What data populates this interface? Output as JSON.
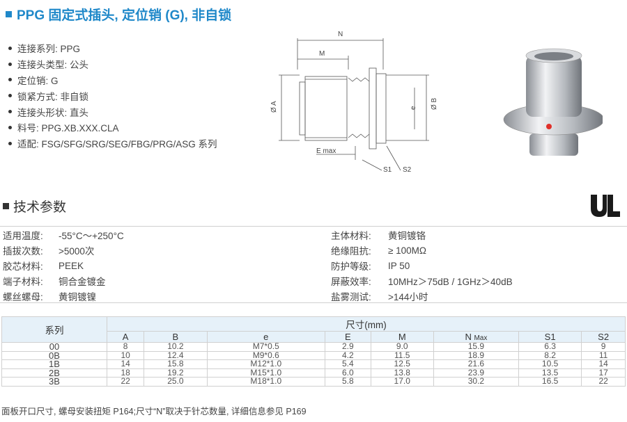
{
  "title": "PPG 固定式插头, 定位销 (G), 非自锁",
  "features": [
    "连接系列: PPG",
    "连接头类型: 公头",
    "定位销: G",
    "锁紧方式: 非自锁",
    "连接头形状: 直头",
    "料号: PPG.XB.XXX.CLA",
    "适配: FSG/SFG/SRG/SEG/FBG/PRG/ASG 系列"
  ],
  "drawing": {
    "labels": {
      "N": "N",
      "M": "M",
      "A": "Ø A",
      "B": "Ø B",
      "e": "e",
      "E": "E max",
      "S1": "S1",
      "S2": "S2"
    }
  },
  "section_title": "技术参数",
  "ul_mark": "UL",
  "specs_left": [
    {
      "k": "适用温度:",
      "v": "-55°C～+250°C"
    },
    {
      "k": "插拔次数:",
      "v": ">5000次"
    },
    {
      "k": "胶芯材料:",
      "v": "PEEK"
    },
    {
      "k": "端子材料:",
      "v": "铜合金镀金"
    },
    {
      "k": "螺丝螺母:",
      "v": "黄铜镀镍"
    }
  ],
  "specs_right": [
    {
      "k": "主体材料:",
      "v": "黄铜镀铬"
    },
    {
      "k": "绝缘阻抗:",
      "v": "≥ 100MΩ"
    },
    {
      "k": "防护等级:",
      "v": "IP 50"
    },
    {
      "k": "屏蔽效率:",
      "v": "10MHz＞75dB / 1GHz＞40dB"
    },
    {
      "k": "盐雾测试:",
      "v": ">144小时"
    }
  ],
  "dim_table": {
    "series_header": "系列",
    "group_header": "尺寸(mm)",
    "columns": [
      "A",
      "B",
      "e",
      "E",
      "M",
      "N",
      "S1",
      "S2"
    ],
    "n_sub": "Max",
    "rows": [
      {
        "series": "00",
        "values": [
          "8",
          "10.2",
          "M7*0.5",
          "2.9",
          "9.0",
          "15.9",
          "6.3",
          "9"
        ]
      },
      {
        "series": "0B",
        "values": [
          "10",
          "12.4",
          "M9*0.6",
          "4.2",
          "11.5",
          "18.9",
          "8.2",
          "11"
        ]
      },
      {
        "series": "1B",
        "values": [
          "14",
          "15.8",
          "M12*1.0",
          "5.4",
          "12.5",
          "21.6",
          "10.5",
          "14"
        ]
      },
      {
        "series": "2B",
        "values": [
          "18",
          "19.2",
          "M15*1.0",
          "6.0",
          "13.8",
          "23.9",
          "13.5",
          "17"
        ]
      },
      {
        "series": "3B",
        "values": [
          "22",
          "25.0",
          "M18*1.0",
          "5.8",
          "17.0",
          "30.2",
          "16.5",
          "22"
        ]
      }
    ]
  },
  "footnote": "面板开口尺寸, 螺母安装扭矩 P164;尺寸“N”取决于针芯数量, 详细信息参见 P169"
}
